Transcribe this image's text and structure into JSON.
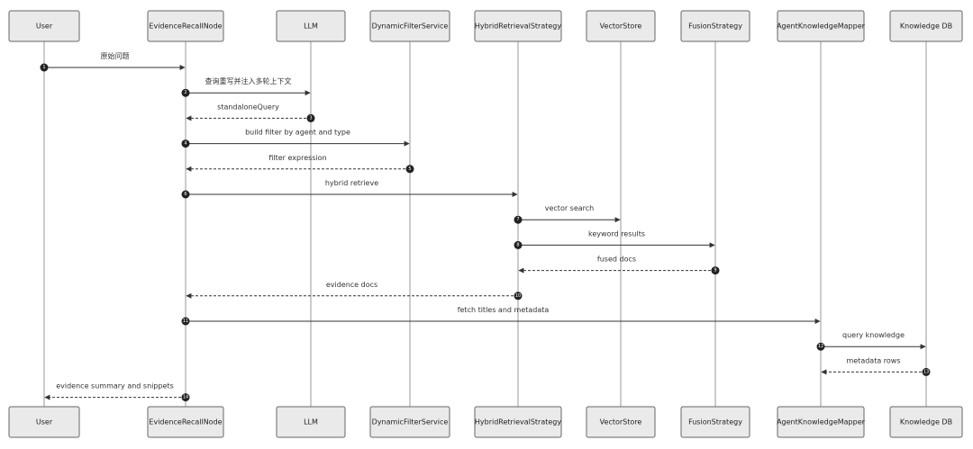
{
  "participants": [
    {
      "id": "user",
      "label": "User"
    },
    {
      "id": "erNode",
      "label": "EvidenceRecallNode"
    },
    {
      "id": "llm",
      "label": "LLM"
    },
    {
      "id": "dfs",
      "label": "DynamicFilterService"
    },
    {
      "id": "hrs",
      "label": "HybridRetrievalStrategy"
    },
    {
      "id": "vs",
      "label": "VectorStore"
    },
    {
      "id": "fs",
      "label": "FusionStrategy"
    },
    {
      "id": "akm",
      "label": "AgentKnowledgeMapper"
    },
    {
      "id": "kdb",
      "label": "Knowledge DB"
    }
  ],
  "messages": [
    {
      "seq": "1",
      "from": "user",
      "to": "erNode",
      "label": "原始问题",
      "style": "solid"
    },
    {
      "seq": "2",
      "from": "erNode",
      "to": "llm",
      "label": "查询重写并注入多轮上下文",
      "style": "solid"
    },
    {
      "seq": "3",
      "from": "llm",
      "to": "erNode",
      "label": "standaloneQuery",
      "style": "dashed"
    },
    {
      "seq": "4",
      "from": "erNode",
      "to": "dfs",
      "label": "build filter by agent and type",
      "style": "solid"
    },
    {
      "seq": "5",
      "from": "dfs",
      "to": "erNode",
      "label": "filter expression",
      "style": "dashed"
    },
    {
      "seq": "6",
      "from": "erNode",
      "to": "hrs",
      "label": "hybrid retrieve",
      "style": "solid"
    },
    {
      "seq": "7",
      "from": "hrs",
      "to": "vs",
      "label": "vector search",
      "style": "solid"
    },
    {
      "seq": "8",
      "from": "hrs",
      "to": "fs",
      "label": "keyword results",
      "style": "solid"
    },
    {
      "seq": "9",
      "from": "fs",
      "to": "hrs",
      "label": "fused docs",
      "style": "dashed"
    },
    {
      "seq": "10",
      "from": "hrs",
      "to": "erNode",
      "label": "evidence docs",
      "style": "dashed"
    },
    {
      "seq": "11",
      "from": "erNode",
      "to": "akm",
      "label": "fetch titles and metadata",
      "style": "solid"
    },
    {
      "seq": "12",
      "from": "akm",
      "to": "kdb",
      "label": "query knowledge",
      "style": "solid"
    },
    {
      "seq": "13",
      "from": "kdb",
      "to": "akm",
      "label": "metadata rows",
      "style": "dashed"
    },
    {
      "seq": "14",
      "from": "erNode",
      "to": "user",
      "label": "evidence summary and snippets",
      "style": "dashed"
    }
  ]
}
